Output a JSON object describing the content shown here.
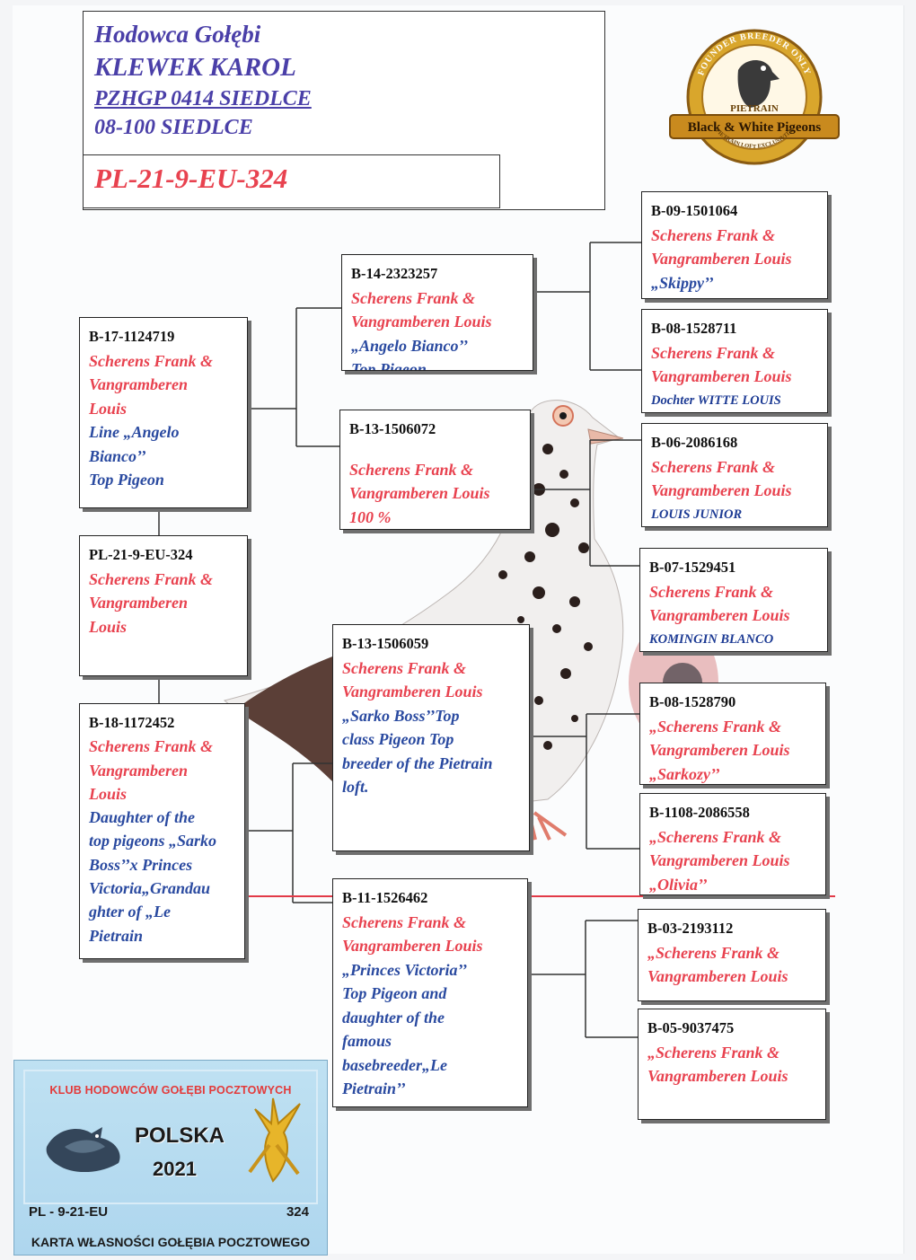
{
  "breeder": {
    "title": "Hodowca Gołębi",
    "name": "KLEWEK  KAROL",
    "club": "PZHGP 0414 SIEDLCE",
    "address": "08-100 SIEDLCE",
    "ring": "PL-21-9-EU-324"
  },
  "seal": {
    "top_text": "FOUNDER BREEDER ONLY",
    "middle_text": "PIETRAIN",
    "banner": "Black & White Pigeons",
    "bottom_text": "PIETRAIN LOFT EXCLUSIVITY"
  },
  "pigeon": {
    "ring": "PL-21-9-EU-324",
    "breeder": [
      "Scherens Frank &",
      "Vangramberen",
      "Louis"
    ]
  },
  "father": {
    "ring": "B-17-1124719",
    "breeder": [
      "Scherens Frank &",
      "Vangramberen",
      "Louis"
    ],
    "notes": [
      "Line „Angelo",
      "Bianco’’",
      "Top Pigeon"
    ]
  },
  "mother": {
    "ring": "B-18-1172452",
    "breeder": [
      "Scherens Frank &",
      "Vangramberen",
      "Louis"
    ],
    "notes": [
      "Daughter of the",
      "top pigeons „Sarko",
      "Boss’’x Princes",
      "Victoria„Grandau",
      "ghter of „Le",
      "Pietrain"
    ]
  },
  "ff": {
    "ring": "B-14-2323257",
    "breeder": [
      "Scherens Frank &",
      "Vangramberen Louis"
    ],
    "notes": [
      "„Angelo Bianco’’",
      "Top Pigeon"
    ]
  },
  "fm": {
    "ring": "B-13-1506072",
    "breeder": [
      "Scherens Frank &",
      "Vangramberen Louis",
      "100 %"
    ]
  },
  "mf": {
    "ring": "B-13-1506059",
    "breeder": [
      "Scherens Frank &",
      "Vangramberen Louis"
    ],
    "notes": [
      "„Sarko Boss’’Top",
      "class Pigeon Top",
      "breeder of the Pietrain",
      "loft."
    ]
  },
  "mm": {
    "ring": "B-11-1526462",
    "breeder": [
      "Scherens Frank &",
      "Vangramberen Louis"
    ],
    "notes": [
      "„Princes Victoria’’",
      "Top Pigeon and",
      "daughter of the",
      "famous",
      "basebreeder„Le",
      "Pietrain’’"
    ]
  },
  "gg": [
    {
      "ring": "B-09-1501064",
      "breeder": [
        "Scherens Frank &",
        "Vangramberen Louis"
      ],
      "note": "„Skippy’’"
    },
    {
      "ring": "B-08-1528711",
      "breeder": [
        "Scherens Frank &",
        "Vangramberen Louis"
      ],
      "note": "Dochter WITTE LOUIS"
    },
    {
      "ring": "B-06-2086168",
      "breeder": [
        "Scherens Frank &",
        "Vangramberen Louis"
      ],
      "note": "LOUIS JUNIOR"
    },
    {
      "ring": "B-07-1529451",
      "breeder": [
        "Scherens Frank &",
        "Vangramberen Louis"
      ],
      "note": "KOMINGIN BLANCO"
    },
    {
      "ring": "B-08-1528790",
      "breeder": [
        "„Scherens Frank &",
        "Vangramberen Louis",
        "„Sarkozy’’"
      ]
    },
    {
      "ring": "B-1108-2086558",
      "breeder": [
        "„Scherens Frank &",
        "Vangramberen Louis",
        "„Olivia’’"
      ]
    },
    {
      "ring": "B-03-2193112",
      "breeder": [
        "„Scherens Frank &",
        "Vangramberen Louis"
      ]
    },
    {
      "ring": "B-05-9037475",
      "breeder": [
        "„Scherens Frank &",
        "Vangramberen Louis"
      ]
    }
  ],
  "card": {
    "club": "KLUB HODOWCÓW GOŁĘBI POCZTOWYCH",
    "country": "POLSKA",
    "year": "2021",
    "ring_left": "PL - 9-21-EU",
    "ring_right": "324",
    "footer": "KARTA WŁASNOŚCI GOŁĘBIA POCZTOWEGO"
  },
  "colors": {
    "accent_red": "#e8424f",
    "accent_blue": "#2a4aa0",
    "header_purple": "#4a3fa8",
    "card_blue": "#aed6ee"
  }
}
